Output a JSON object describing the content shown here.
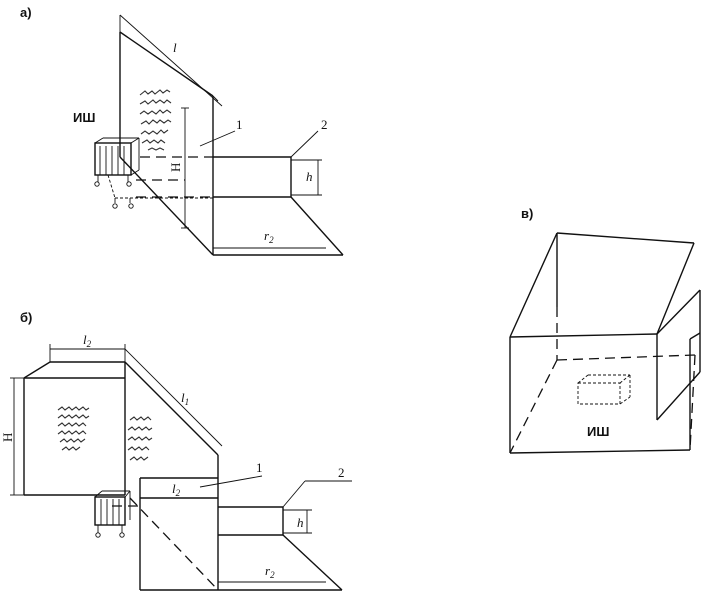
{
  "panels": {
    "a": {
      "tag": "а)",
      "labels": {
        "source": "ИШ",
        "H": "H",
        "h": "h",
        "l": "l",
        "r": "r",
        "r_sub": "2",
        "callout_1": "1",
        "callout_2": "2"
      }
    },
    "b": {
      "tag": "б)",
      "labels": {
        "H": "H",
        "h": "h",
        "l2_top": "l",
        "l2_top_sub": "2",
        "l1": "l",
        "l1_sub": "1",
        "l2_mid": "l",
        "l2_mid_sub": "2",
        "r": "r",
        "r_sub": "2",
        "callout_1": "1",
        "callout_2": "2"
      }
    },
    "c": {
      "tag": "в)",
      "labels": {
        "source": "ИШ"
      }
    }
  }
}
